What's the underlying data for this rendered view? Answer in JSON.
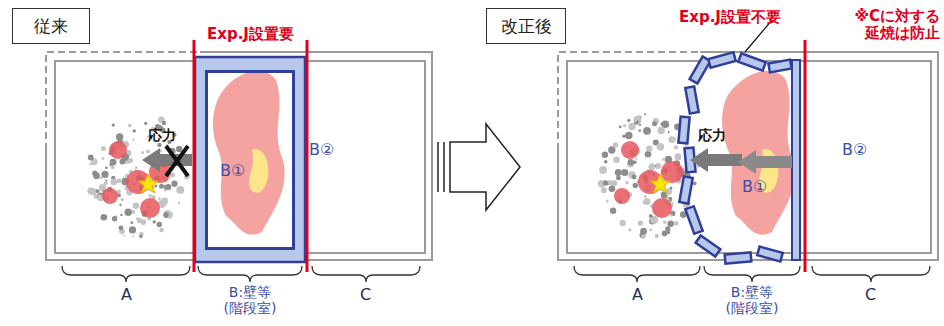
{
  "diagram": {
    "nodes": [
      {
        "text": [
          "従来"
        ]
      },
      {
        "text": [
          "B①"
        ]
      },
      {
        "text": [
          "改正後"
        ]
      }
    ],
    "labels": [
      "Exp.J設置要",
      "応力",
      "B②",
      "A",
      "B:壁等 (階段室)",
      "C",
      "Exp.J設置不要",
      "※Cに対する 延焼は防止",
      "応力",
      "B①",
      "B②",
      "A",
      "B:壁等 (階段室)",
      "C"
    ]
  }
}
